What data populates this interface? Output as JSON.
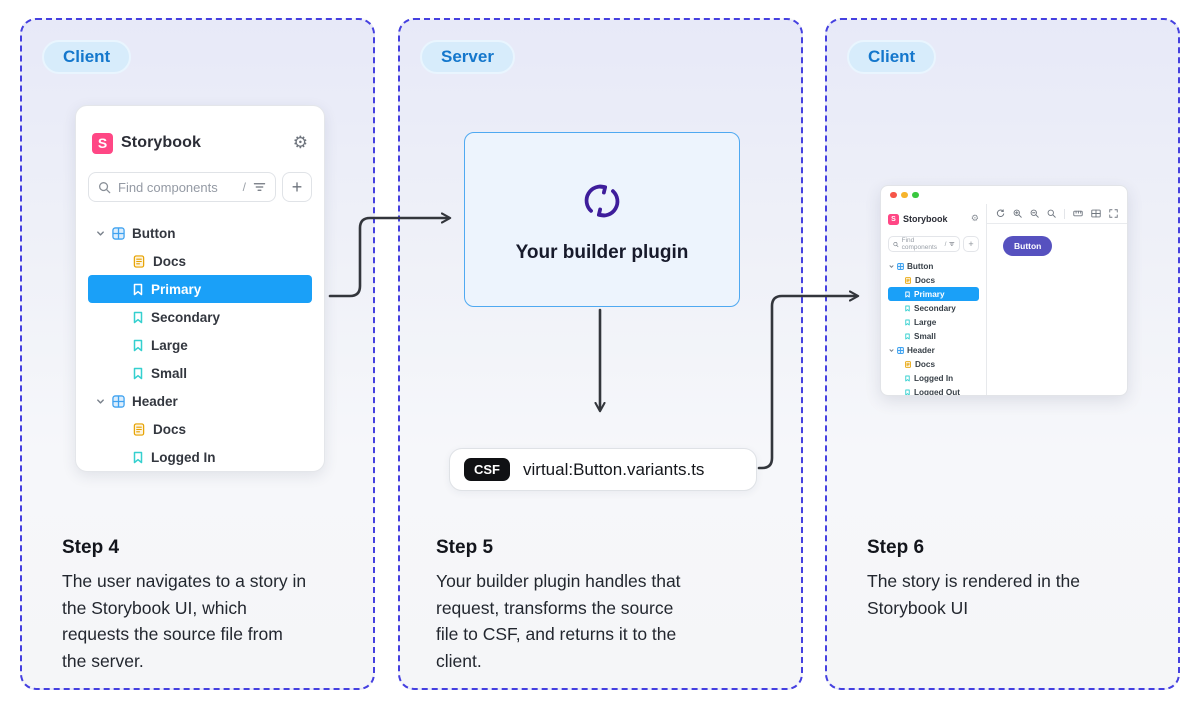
{
  "colors": {
    "panel_dashed_border": "#4540e0",
    "badge_text": "#1477cc",
    "badge_background": "#d7ecfb",
    "storybook_pink": "#ff4785",
    "selected_story_blue": "#1aa0f8",
    "docs_icon_orange": "#e7a200",
    "story_icon_teal": "#35d0cf",
    "component_icon_blue": "#3fa2f0",
    "builder_box_border": "#4fa9f1",
    "plugin_icon_purple": "#3e1d9b",
    "csf_badge_black": "#101114",
    "mini_button_purple": "#5651bf",
    "arrow_color": "#33363c"
  },
  "panels": [
    {
      "badge": "Client"
    },
    {
      "badge": "Server"
    },
    {
      "badge": "Client"
    }
  ],
  "storybook_sidebar": {
    "title": "Storybook",
    "search_placeholder": "Find components",
    "slash": "/",
    "plus": "+",
    "tree": [
      {
        "label": "Button",
        "type": "component"
      },
      {
        "label": "Docs",
        "type": "docs"
      },
      {
        "label": "Primary",
        "type": "story",
        "selected": true
      },
      {
        "label": "Secondary",
        "type": "story"
      },
      {
        "label": "Large",
        "type": "story"
      },
      {
        "label": "Small",
        "type": "story"
      },
      {
        "label": "Header",
        "type": "component"
      },
      {
        "label": "Docs",
        "type": "docs"
      },
      {
        "label": "Logged In",
        "type": "story"
      }
    ]
  },
  "server": {
    "box_label": "Your builder plugin",
    "file_badge": "CSF",
    "file_name": "virtual:Button.variants.ts"
  },
  "client_window": {
    "title": "Storybook",
    "search_placeholder": "Find components",
    "slash": "/",
    "plus": "+",
    "tree": [
      {
        "label": "Button",
        "type": "component"
      },
      {
        "label": "Docs",
        "type": "docs"
      },
      {
        "label": "Primary",
        "type": "story",
        "selected": true
      },
      {
        "label": "Secondary",
        "type": "story"
      },
      {
        "label": "Large",
        "type": "story"
      },
      {
        "label": "Small",
        "type": "story"
      },
      {
        "label": "Header",
        "type": "component"
      },
      {
        "label": "Docs",
        "type": "docs"
      },
      {
        "label": "Logged In",
        "type": "story"
      },
      {
        "label": "Logged Out",
        "type": "story"
      }
    ],
    "canvas_button": "Button"
  },
  "steps": [
    {
      "title": "Step 4",
      "body": "The user navigates to a story in\nthe Storybook UI, which\nrequests the source file from\nthe server."
    },
    {
      "title": "Step 5",
      "body": "Your builder plugin handles that\nrequest, transforms the source\nfile to CSF, and returns it to the\nclient."
    },
    {
      "title": "Step 6",
      "body": "The story is rendered in the\nStorybook UI"
    }
  ]
}
